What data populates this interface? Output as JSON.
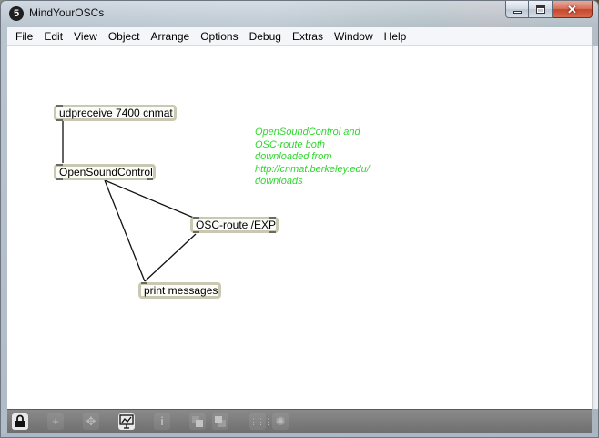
{
  "window": {
    "title": "MindYourOSCs",
    "app_badge": "5"
  },
  "menu": [
    "File",
    "Edit",
    "View",
    "Object",
    "Arrange",
    "Options",
    "Debug",
    "Extras",
    "Window",
    "Help"
  ],
  "patch": {
    "objects": {
      "udpreceive": "udpreceive 7400 cnmat",
      "opensoundcontrol": "OpenSoundControl",
      "osc_route": "OSC-route /EXP",
      "print": "print messages"
    },
    "comment_lines": [
      "OpenSoundControl and",
      "OSC-route both",
      "downloaded from",
      "http://cnmat.berkeley.edu/",
      "downloads"
    ],
    "comment_color": "#2fd62f"
  },
  "toolbar": {
    "icons": [
      "lock-icon",
      "add-object-icon",
      "move-icon",
      "patch-cords-icon",
      "info-icon",
      "front-icon",
      "back-icon",
      "grid-icon",
      "snap-icon"
    ],
    "active": "patch-cords-icon",
    "glyphs": {
      "add": "+",
      "move": "✥",
      "info": "i",
      "grid": "⋮⋮⋮",
      "snap": "✺"
    }
  }
}
